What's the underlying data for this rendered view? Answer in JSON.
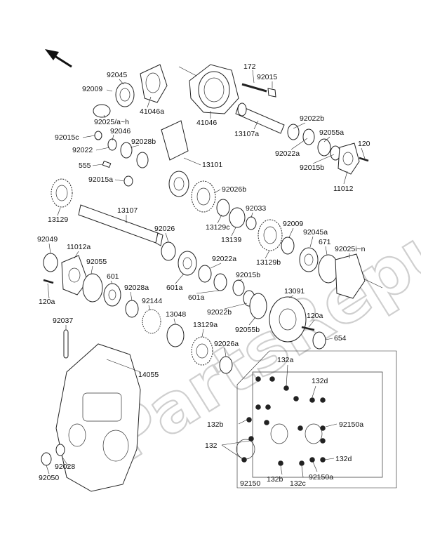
{
  "labels": {
    "l172": "172",
    "l92015": "92015",
    "l92045": "92045",
    "l92009": "92009",
    "l41046a": "41046a",
    "l92025ah": "92025/a~h",
    "l41046": "41046",
    "l13107a": "13107a",
    "l92022b_top": "92022b",
    "l92055a": "92055a",
    "l120": "120",
    "l92015c": "92015c",
    "l92046": "92046",
    "l92028b": "92028b",
    "l92022": "92022",
    "l555": "555",
    "l13101": "13101",
    "l92022a_top": "92022a",
    "l92015b_top": "92015b",
    "l11012": "11012",
    "l92015a": "92015a",
    "l92026b": "92026b",
    "l13129_left": "13129",
    "l13107": "13107",
    "l92033": "92033",
    "l13129c": "13129c",
    "l92026": "92026",
    "l92009_mid": "92009",
    "l92045a": "92045a",
    "l13139": "13139",
    "l671": "671",
    "l92025in": "92025i~n",
    "l92049": "92049",
    "l11012a": "11012a",
    "l13129b": "13129b",
    "l92055": "92055",
    "l92022a_mid": "92022a",
    "l601": "601",
    "l601a_1": "601a",
    "l92015b_mid": "92015b",
    "l120a_left": "120a",
    "l92028a": "92028a",
    "l601a_2": "601a",
    "l13091": "13091",
    "l92144": "92144",
    "l92022b_mid": "92022b",
    "l13048": "13048",
    "l120a_right": "120a",
    "l92037": "92037",
    "l92055b": "92055b",
    "l13129a": "13129a",
    "l654": "654",
    "l92026a": "92026a",
    "l14055": "14055",
    "l132a": "132a",
    "l132d_top": "132d",
    "l132b_left": "132b",
    "l92150a_right": "92150a",
    "l132": "132",
    "l132d_bottom": "132d",
    "l92050": "92050",
    "l92028": "92028",
    "l92150": "92150",
    "l132b_bottom": "132b",
    "l132c": "132c",
    "l92150a_bottom": "92150a"
  },
  "watermark": "PartsRepublik",
  "icons": [
    "direction-arrow-icon"
  ],
  "colors": {
    "line": "#222222",
    "watermark": "#cfcfcf",
    "background": "#ffffff"
  }
}
